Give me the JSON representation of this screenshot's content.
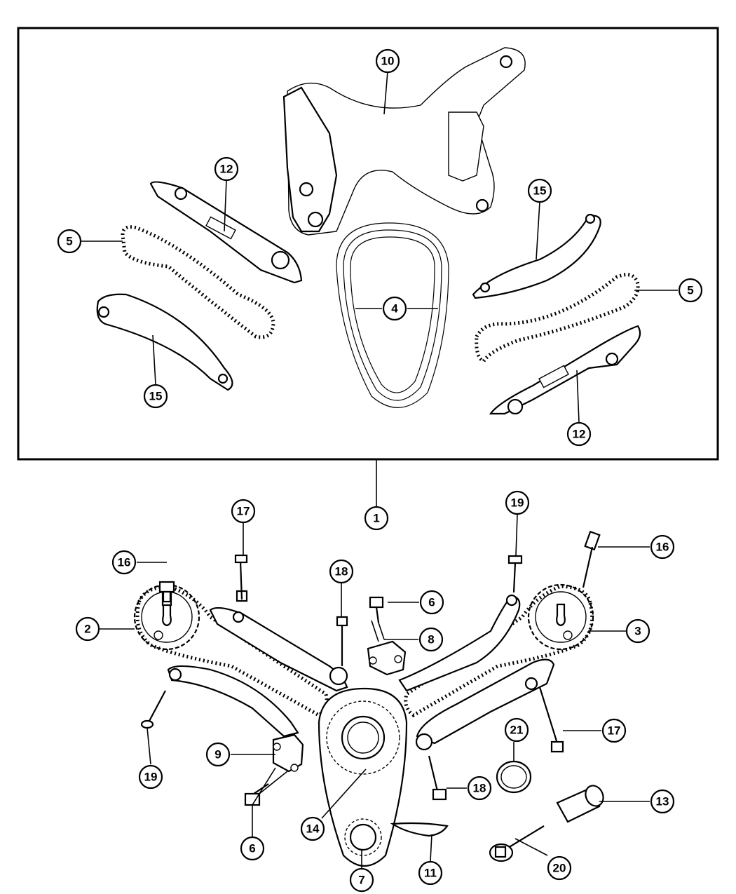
{
  "callouts": {
    "c1": "1",
    "c2": "2",
    "c3": "3",
    "c4": "4",
    "c5a": "5",
    "c5b": "5",
    "c6a": "6",
    "c6b": "6",
    "c7": "7",
    "c8": "8",
    "c9": "9",
    "c10": "10",
    "c11": "11",
    "c12a": "12",
    "c12b": "12",
    "c13": "13",
    "c14": "14",
    "c15a": "15",
    "c15b": "15",
    "c16a": "16",
    "c16b": "16",
    "c17a": "17",
    "c17b": "17",
    "c18a": "18",
    "c18b": "18",
    "c19a": "19",
    "c19b": "19",
    "c20": "20",
    "c21": "21"
  }
}
